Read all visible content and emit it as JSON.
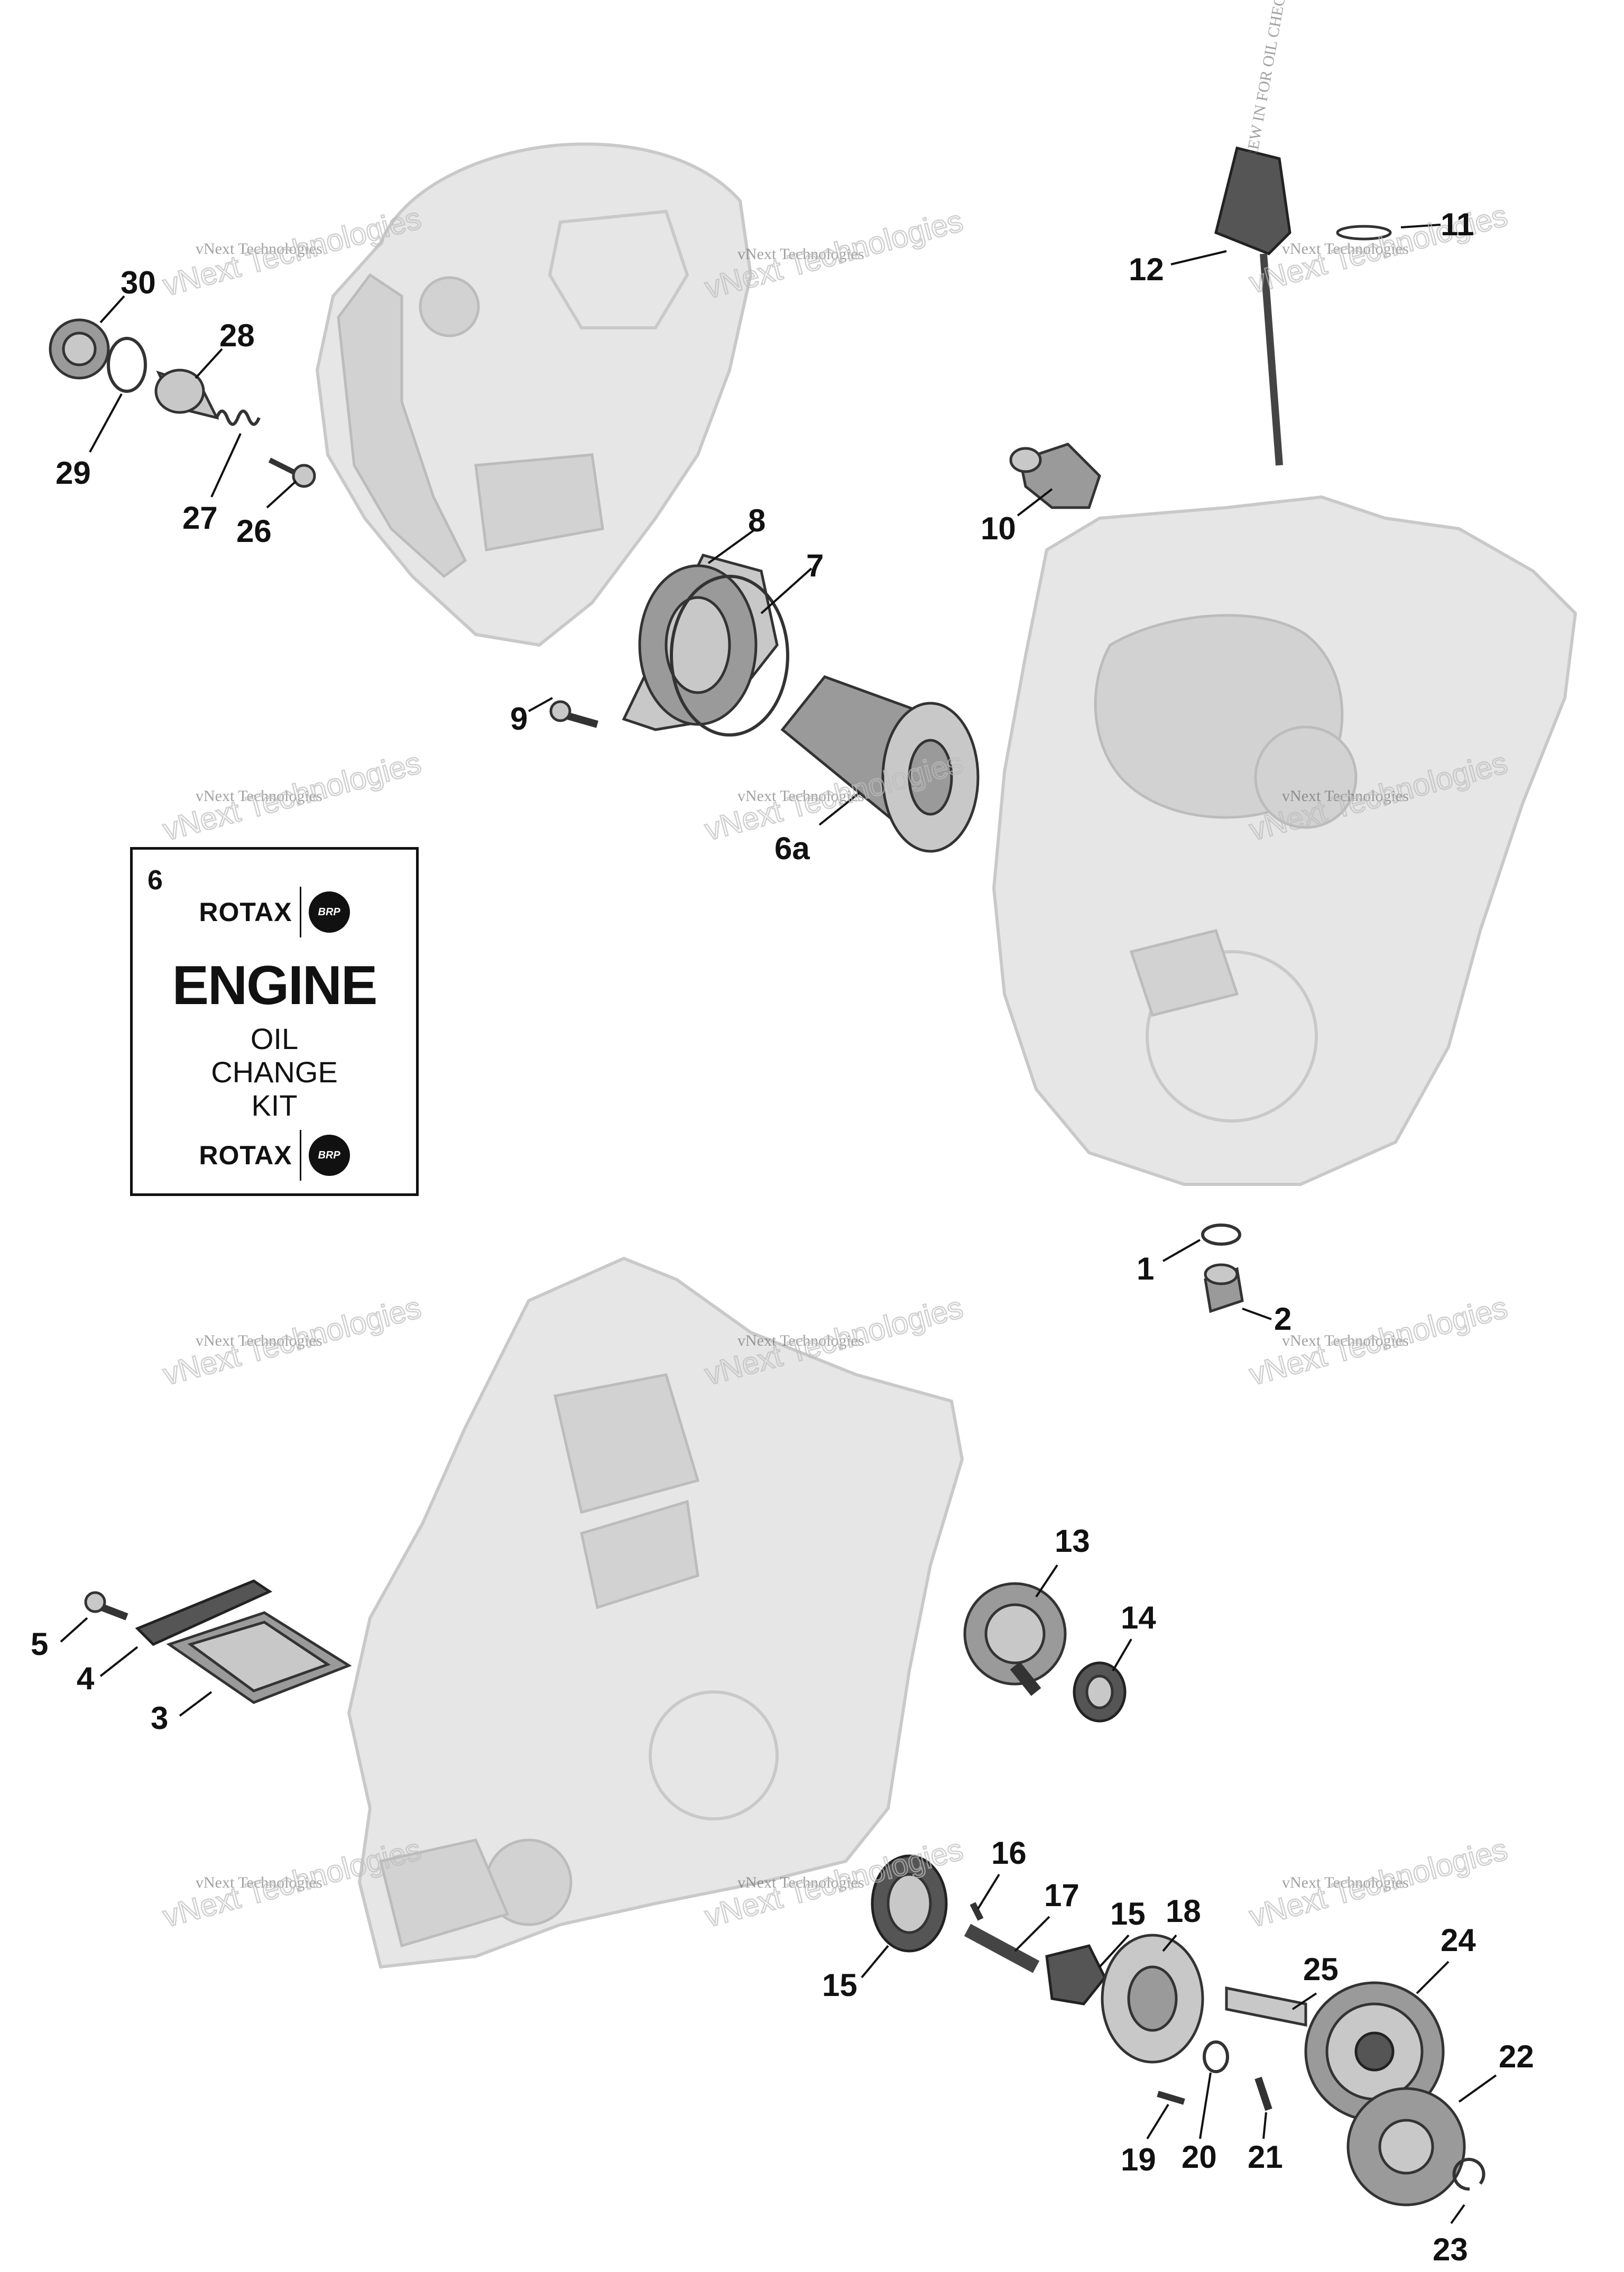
{
  "callouts": {
    "c1": "1",
    "c2": "2",
    "c3": "3",
    "c4": "4",
    "c5": "5",
    "c6": "6",
    "c6a": "6a",
    "c7": "7",
    "c8": "8",
    "c9": "9",
    "c10": "10",
    "c11": "11",
    "c12": "12",
    "c13": "13",
    "c14": "14",
    "c15a": "15",
    "c15b": "15",
    "c16": "16",
    "c17": "17",
    "c18": "18",
    "c19": "19",
    "c20": "20",
    "c21": "21",
    "c22": "22",
    "c23": "23",
    "c24": "24",
    "c25": "25",
    "c26": "26",
    "c27": "27",
    "c28": "28",
    "c29": "29",
    "c30": "30"
  },
  "kit_box": {
    "number": "6",
    "brand": "ROTAX",
    "brand_suffix": ".",
    "logo_text": "BRP",
    "title": "ENGINE",
    "line1": "OIL",
    "line2": "CHANGE",
    "line3": "KIT"
  },
  "watermark": {
    "line1": "vNext Technologies",
    "line2": "vNext Technologies"
  },
  "dipstick_label": "SCREW IN FOR OIL CHECK",
  "colors": {
    "housing": "#e6e6e6",
    "parts": "#9a9a9a",
    "ink": "#111111"
  }
}
